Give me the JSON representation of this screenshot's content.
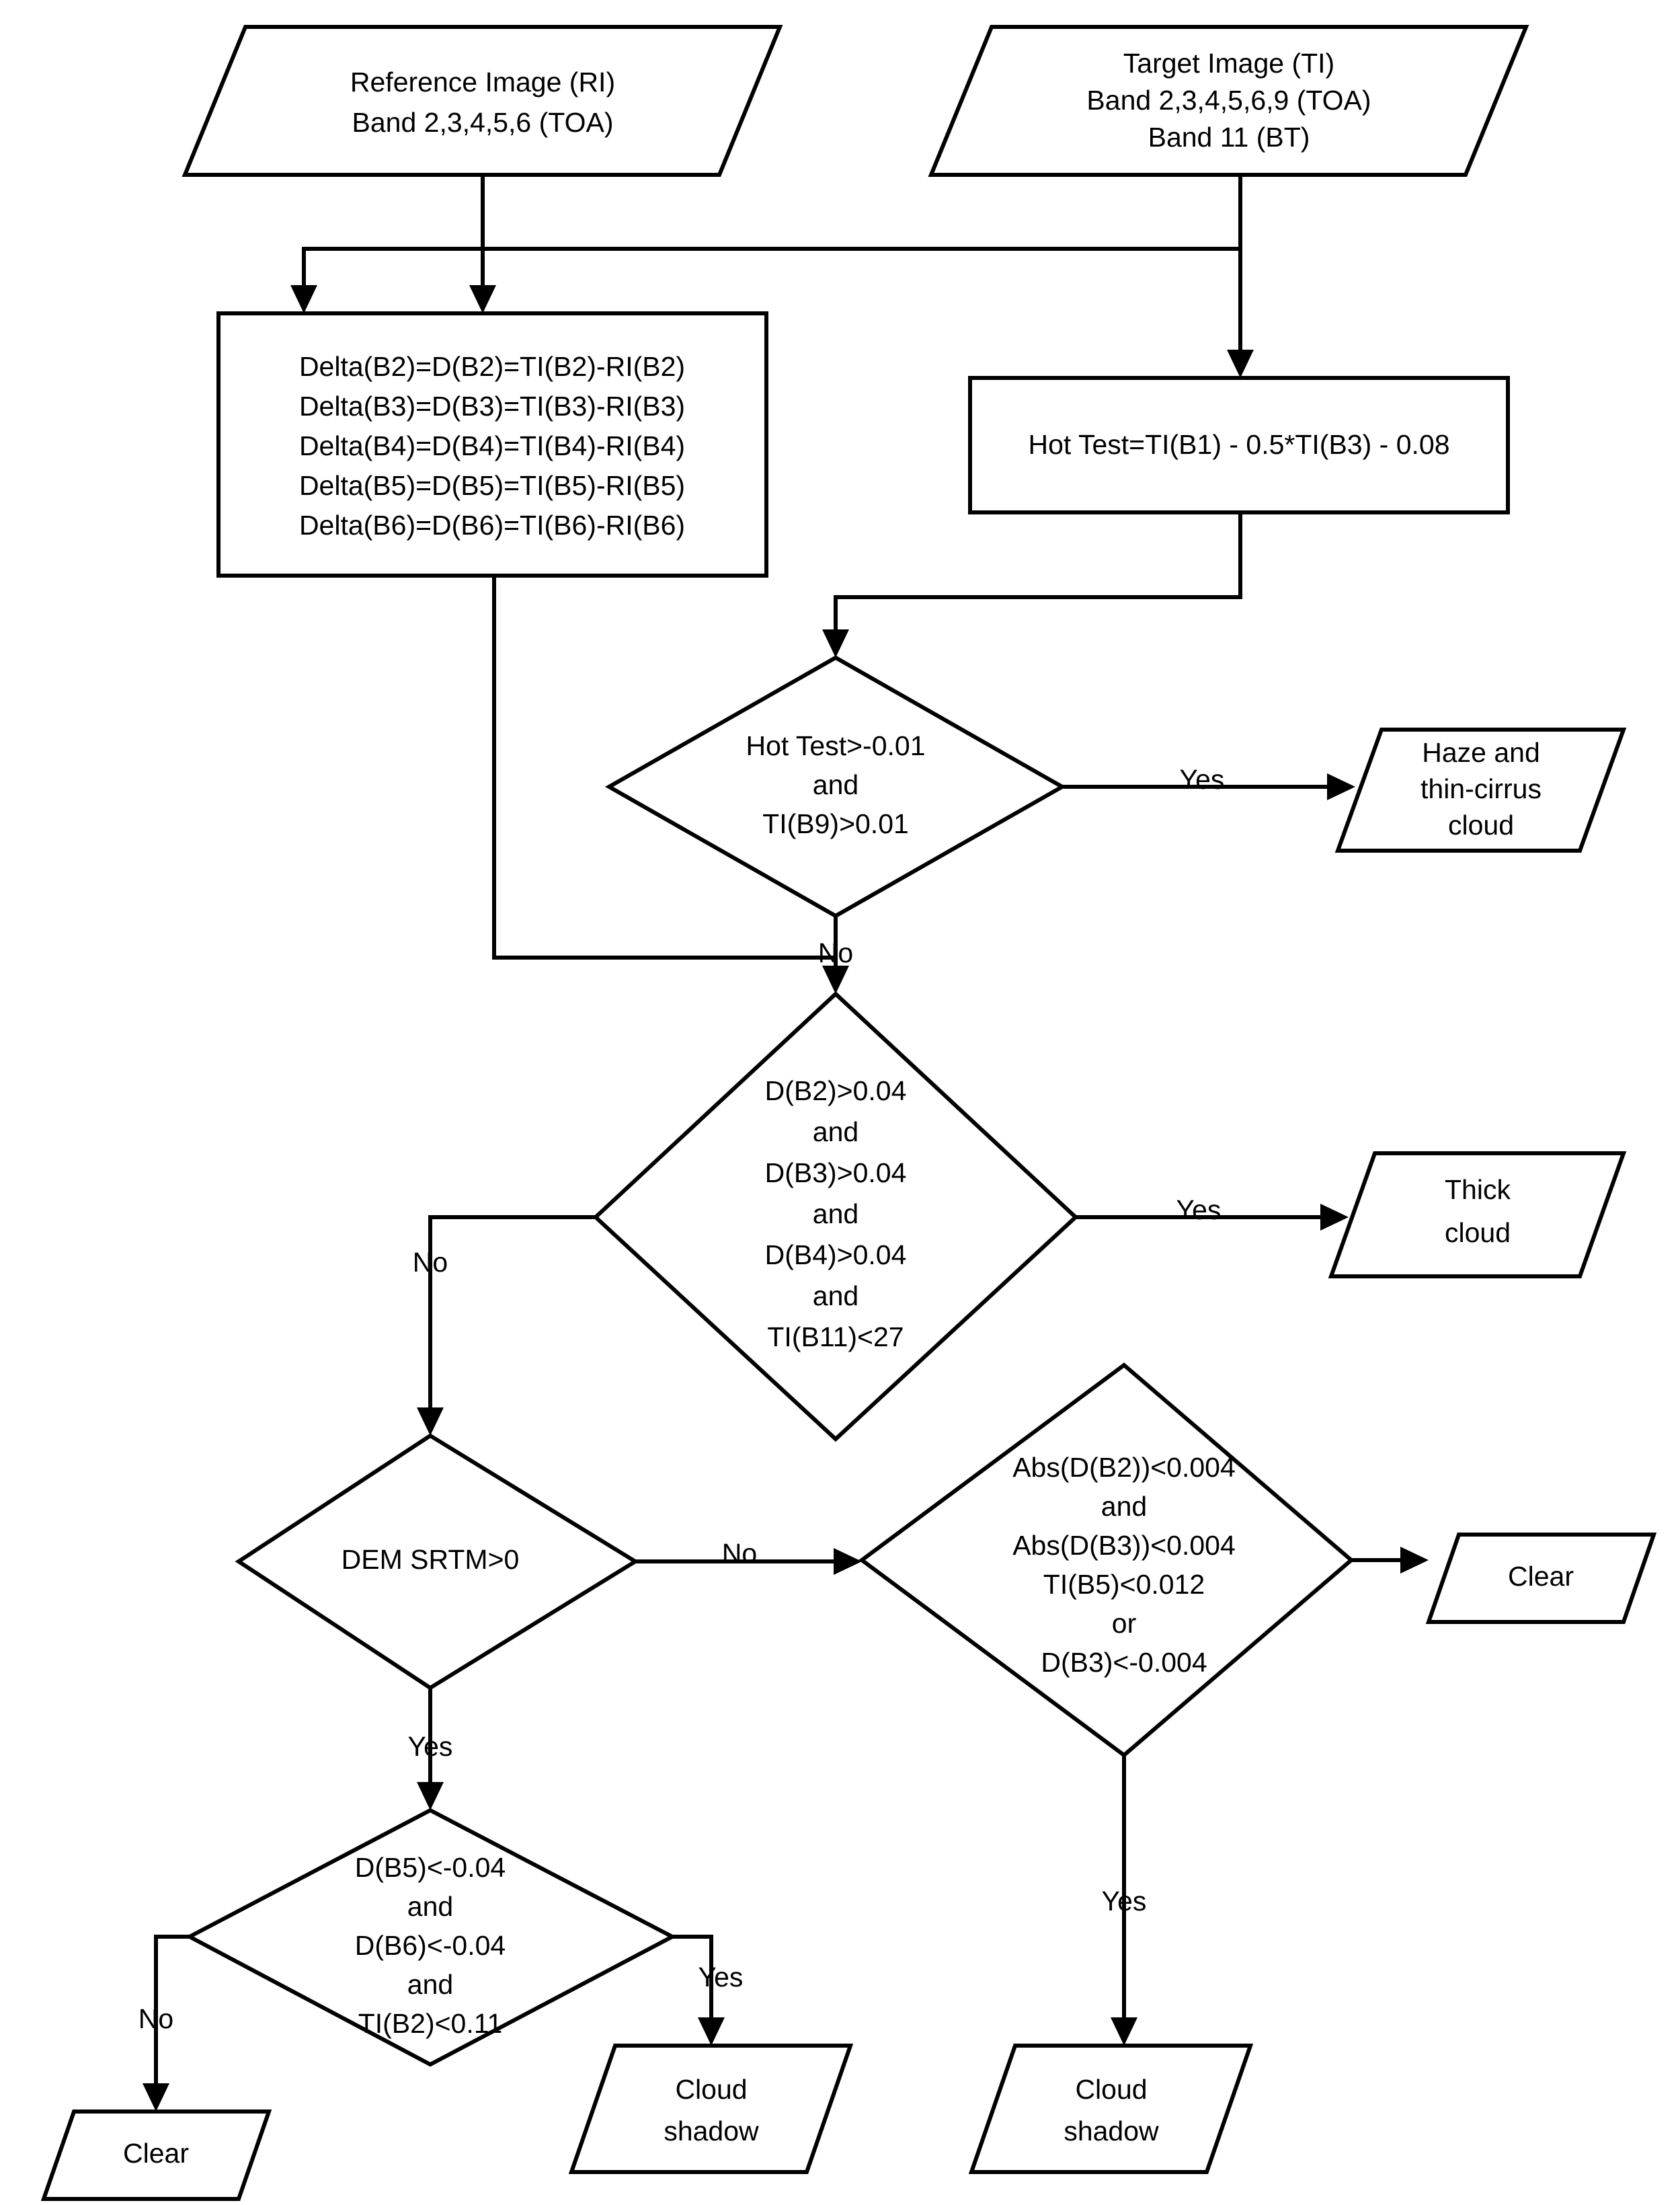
{
  "diagram": {
    "title": "Cloud, cloud-shadow and haze detection decision flowchart",
    "background_color": "#ffffff",
    "line_color": "#000000",
    "fill_color": "#ffffff"
  },
  "nodes": {
    "reference_image": {
      "shape": "parallelogram",
      "role": "input",
      "lines": [
        "Reference Image (RI)",
        "Band 2,3,4,5,6 (TOA)"
      ]
    },
    "target_image": {
      "shape": "parallelogram",
      "role": "input",
      "lines": [
        "Target Image (TI)",
        "Band 2,3,4,5,6,9 (TOA)",
        "Band 11 (BT)"
      ]
    },
    "delta_process": {
      "shape": "rectangle",
      "role": "process",
      "lines": [
        "Delta(B2)=D(B2)=TI(B2)-RI(B2)",
        "Delta(B3)=D(B3)=TI(B3)-RI(B3)",
        "Delta(B4)=D(B4)=TI(B4)-RI(B4)",
        "Delta(B5)=D(B5)=TI(B5)-RI(B5)",
        "Delta(B6)=D(B6)=TI(B6)-RI(B6)"
      ]
    },
    "hot_test_process": {
      "shape": "rectangle",
      "role": "process",
      "lines": [
        "Hot Test=TI(B1) - 0.5*TI(B3) - 0.08"
      ]
    },
    "hot_test_decision": {
      "shape": "diamond",
      "role": "decision",
      "lines": [
        "Hot Test>-0.01",
        "and",
        "TI(B9)>0.01"
      ]
    },
    "haze_output": {
      "shape": "parallelogram",
      "role": "output",
      "lines": [
        "Haze and",
        "thin-cirrus",
        "cloud"
      ]
    },
    "thick_cloud_decision": {
      "shape": "diamond",
      "role": "decision",
      "lines": [
        "D(B2)>0.04",
        "and",
        "D(B3)>0.04",
        "and",
        "D(B4)>0.04",
        "and",
        "TI(B11)<27"
      ]
    },
    "thick_cloud_output": {
      "shape": "parallelogram",
      "role": "output",
      "lines": [
        "Thick",
        "cloud"
      ]
    },
    "dem_decision": {
      "shape": "diamond",
      "role": "decision",
      "lines": [
        "DEM SRTM>0"
      ]
    },
    "clear_decision": {
      "shape": "diamond",
      "role": "decision",
      "lines": [
        "Abs(D(B2))<0.004",
        "and",
        "Abs(D(B3))<0.004",
        "TI(B5)<0.012",
        "or",
        "D(B3)<-0.004"
      ]
    },
    "clear_output_right": {
      "shape": "parallelogram",
      "role": "output",
      "lines": [
        "Clear"
      ]
    },
    "shadow_decision": {
      "shape": "diamond",
      "role": "decision",
      "lines": [
        "D(B5)<-0.04",
        "and",
        "D(B6)<-0.04",
        "and",
        "TI(B2)<0.11"
      ]
    },
    "clear_output_left": {
      "shape": "parallelogram",
      "role": "output",
      "lines": [
        "Clear"
      ]
    },
    "cloud_shadow_output_left": {
      "shape": "parallelogram",
      "role": "output",
      "lines": [
        "Cloud",
        "shadow"
      ]
    },
    "cloud_shadow_output_right": {
      "shape": "parallelogram",
      "role": "output",
      "lines": [
        "Cloud",
        "shadow"
      ]
    }
  },
  "edge_labels": {
    "hot_test_yes": "Yes",
    "hot_test_no": "No",
    "thick_cloud_yes": "Yes",
    "thick_cloud_no": "No",
    "dem_no": "No",
    "dem_yes": "Yes",
    "clear_decision_yes": "Yes",
    "shadow_no": "No",
    "shadow_yes": "Yes"
  }
}
